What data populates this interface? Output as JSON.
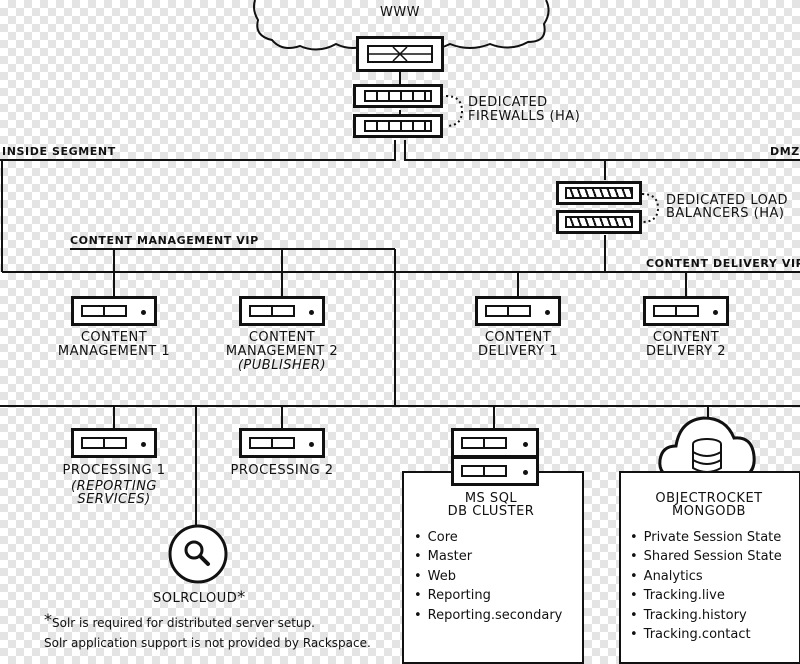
{
  "top": {
    "www": "WWW"
  },
  "firewalls": {
    "line1": "DEDICATED",
    "line2": "FIREWALLS (HA)"
  },
  "segments": {
    "inside": "INSIDE SEGMENT",
    "dmz": "DMZ",
    "cm_vip": "CONTENT MANAGEMENT VIP",
    "cd_vip": "CONTENT DELIVERY VIP"
  },
  "load_balancers": {
    "line1": "DEDICATED LOAD",
    "line2": "BALANCERS (HA)"
  },
  "servers": {
    "cm1": {
      "line1": "CONTENT",
      "line2": "MANAGEMENT 1"
    },
    "cm2": {
      "line1": "CONTENT",
      "line2": "MANAGEMENT 2",
      "sub": "(PUBLISHER)"
    },
    "cd1": {
      "line1": "CONTENT",
      "line2": "DELIVERY 1"
    },
    "cd2": {
      "line1": "CONTENT",
      "line2": "DELIVERY 2"
    },
    "proc1": {
      "line1": "PROCESSING 1",
      "sub1": "(REPORTING",
      "sub2": "SERVICES)"
    },
    "proc2": {
      "line1": "PROCESSING 2"
    }
  },
  "solr": {
    "label": "SOLRCLOUD",
    "star": "*"
  },
  "mssql": {
    "line1": "MS SQL",
    "line2": "DB CLUSTER",
    "items": [
      "Core",
      "Master",
      "Web",
      "Reporting",
      "Reporting.secondary"
    ]
  },
  "mongo": {
    "line1": "OBJECTROCKET",
    "line2": "MONGODB",
    "items": [
      "Private Session State",
      "Shared Session State",
      "Analytics",
      "Tracking.live",
      "Tracking.history",
      "Tracking.contact"
    ]
  },
  "notes": {
    "line1_star": "*",
    "line1": "Solr is required for distributed server setup.",
    "line2": "Solr application support is not provided by Rackspace."
  }
}
